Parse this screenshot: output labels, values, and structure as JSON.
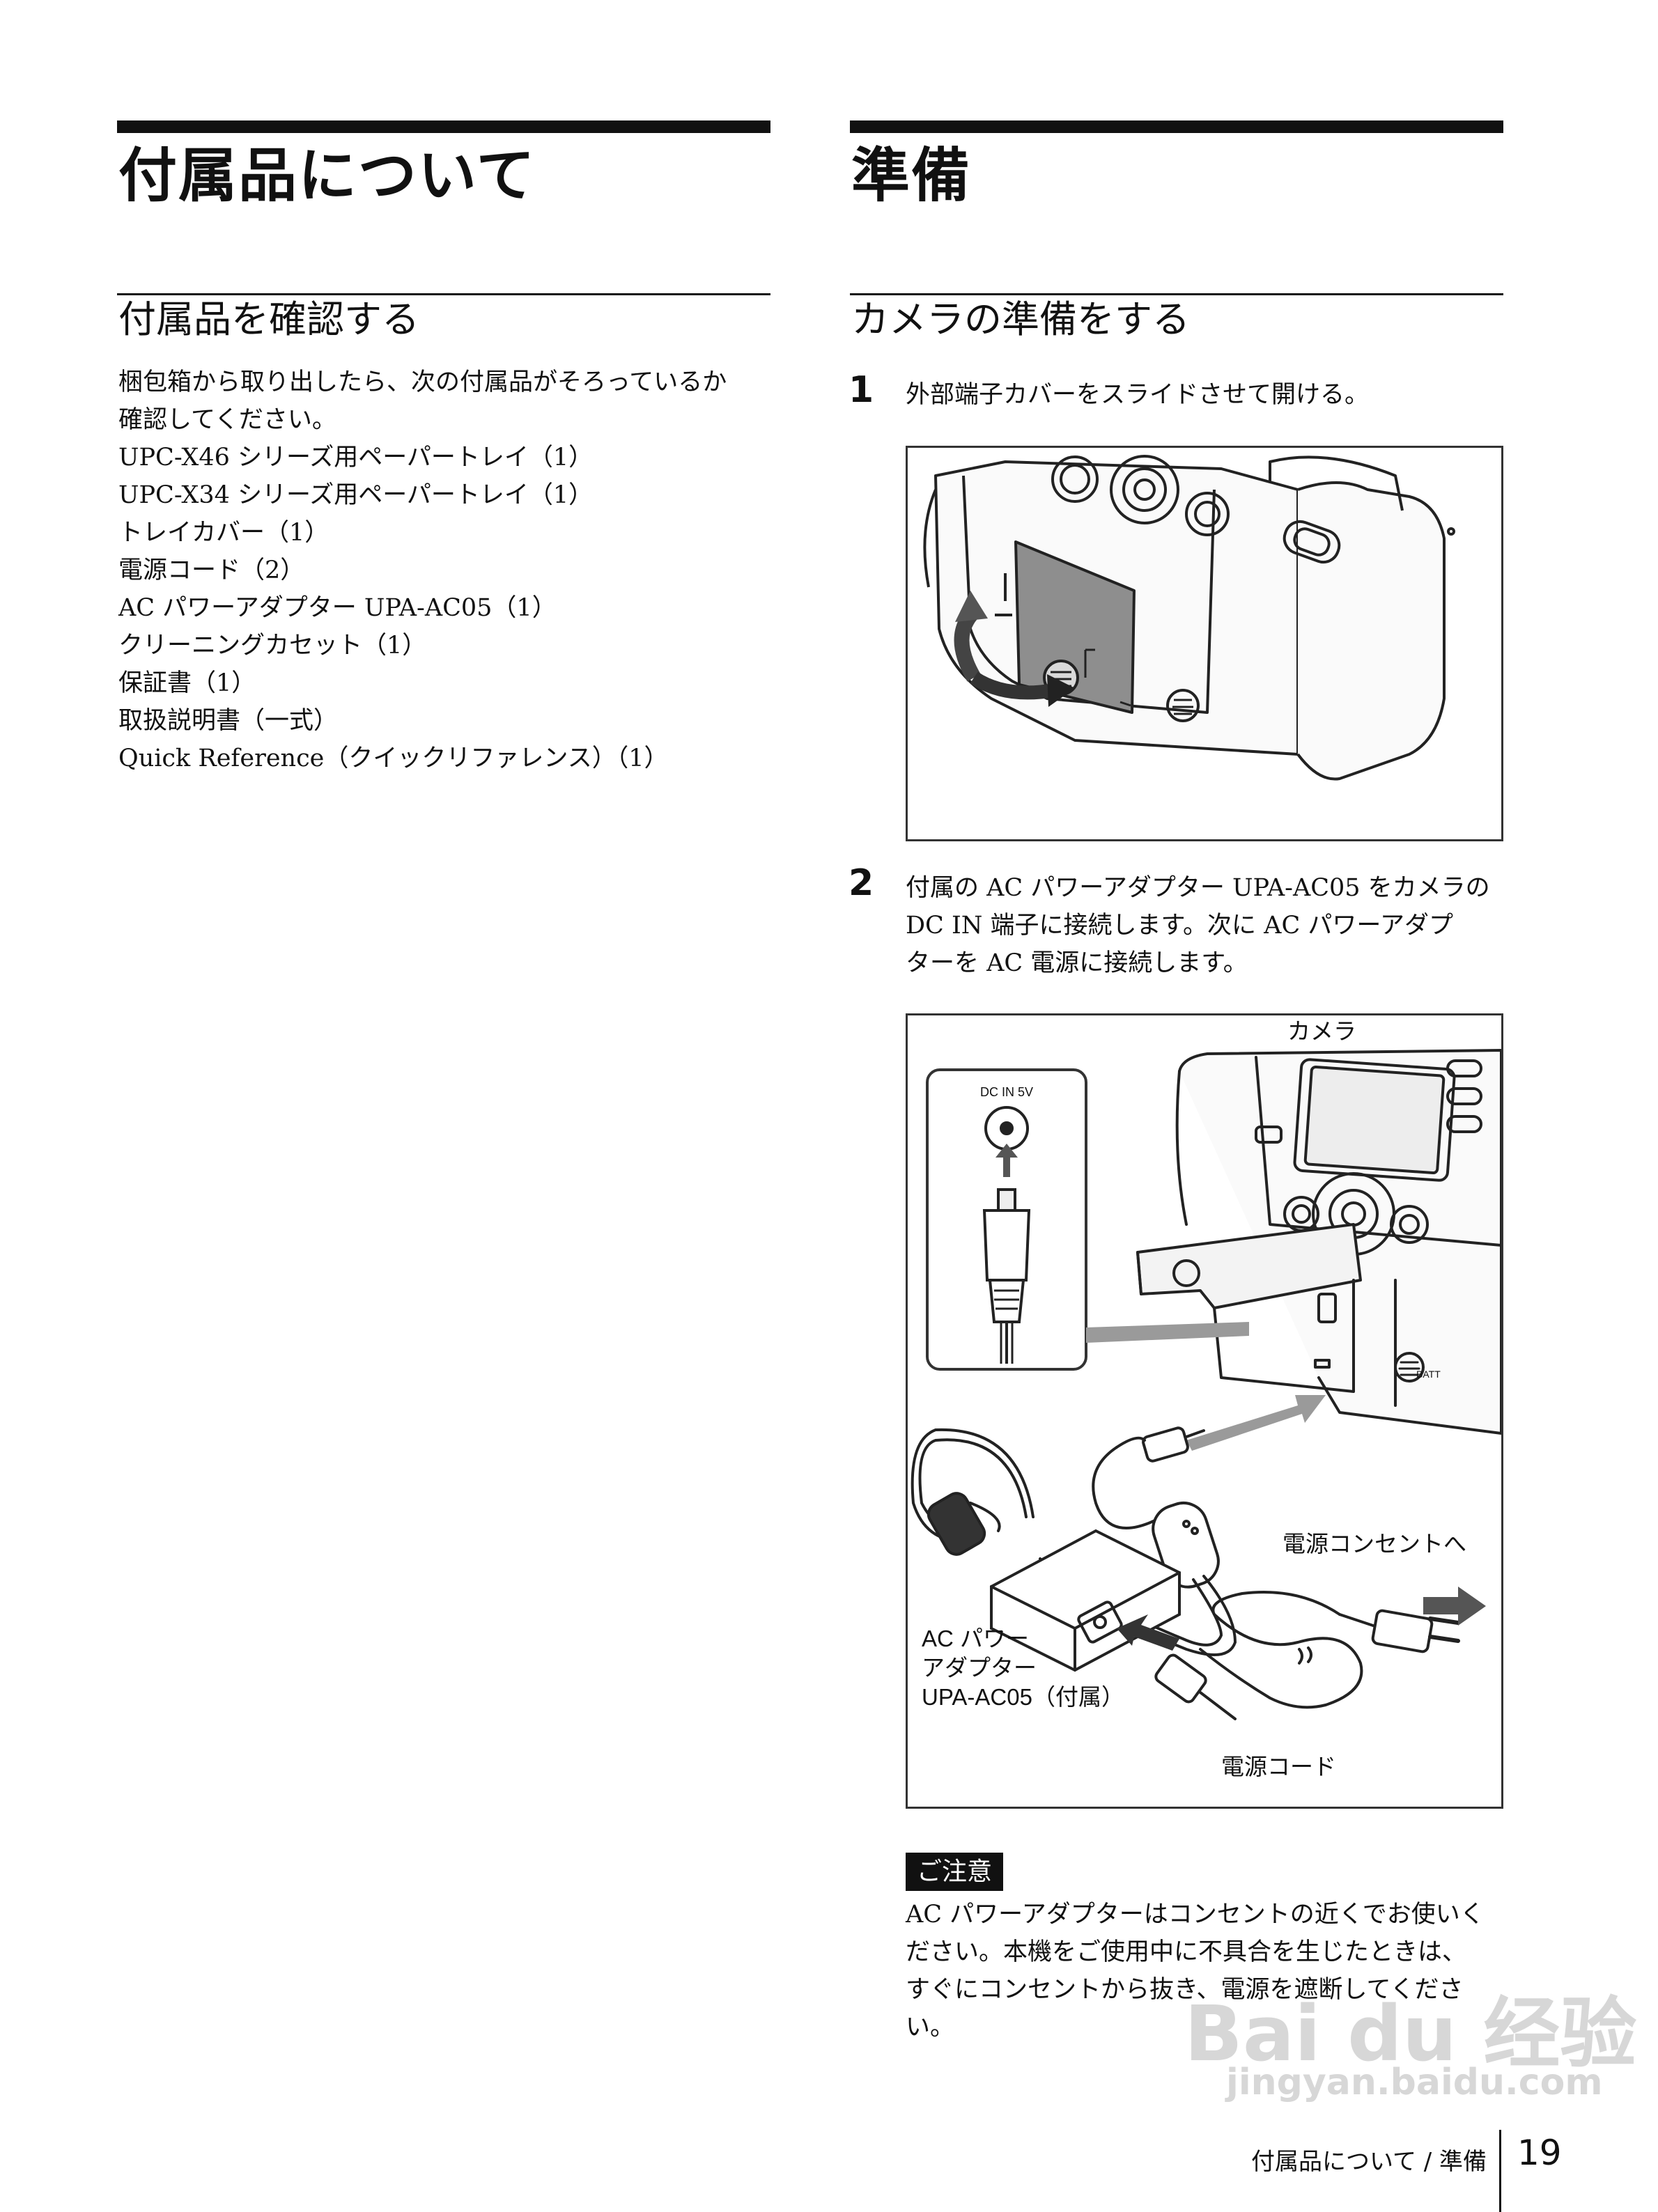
{
  "left": {
    "chapter_title": "付属品について",
    "section_title": "付属品を確認する",
    "intro": [
      "梱包箱から取り出したら、次の付属品がそろっているか",
      "確認してください。"
    ],
    "items": [
      "UPC-X46 シリーズ用ペーパートレイ（1）",
      "UPC-X34 シリーズ用ペーパートレイ（1）",
      "トレイカバー（1）",
      "電源コード（2）",
      "AC パワーアダプター UPA-AC05（1）",
      "クリーニングカセット（1）",
      "保証書（1）",
      "取扱説明書（一式）",
      "Quick Reference（クイックリファレンス）（1）"
    ]
  },
  "right": {
    "chapter_title": "準備",
    "section_title": "カメラの準備をする",
    "steps": [
      {
        "num": "1",
        "lines": [
          "外部端子カバーをスライドさせて開ける。"
        ]
      },
      {
        "num": "2",
        "lines": [
          "付属の AC パワーアダプター UPA-AC05 をカメラの",
          "DC IN 端子に接続します。次に AC パワーアダプ",
          "ターを AC 電源に接続します。"
        ]
      }
    ],
    "figure2": {
      "camera_label": "カメラ",
      "dcin_label": "DC IN 5V",
      "batt_label": "BATT",
      "outlet_label": "電源コンセントへ",
      "adapter_label": [
        "AC パワー",
        "アダプター",
        "UPA-AC05（付属）"
      ],
      "cord_label": "電源コード"
    },
    "note": {
      "badge": "ご注意",
      "lines": [
        "AC パワーアダプターはコンセントの近くでお使いく",
        "ださい。本機をご使用中に不具合を生じたときは、",
        "すぐにコンセントから抜き、電源を遮断してくださ",
        "い。"
      ]
    }
  },
  "footer": {
    "section_text": "付属品について / 準備",
    "page_number": "19"
  },
  "watermark": {
    "logo": "Bai du 经验",
    "url": "jingyan.baidu.com"
  }
}
